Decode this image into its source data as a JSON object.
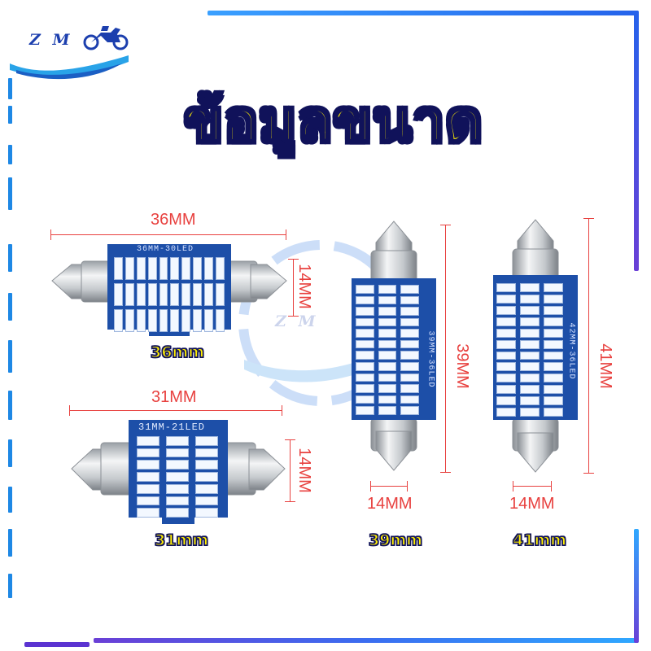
{
  "brand": {
    "logo_text": "Z M",
    "watermark_text": "Z M"
  },
  "title": "ข้อมูลขนาด",
  "colors": {
    "title_fill": "#ffef00",
    "title_stroke": "#10125a",
    "dimension": "#e8413f",
    "pcb": "#1d4fa8",
    "frame_blue": "#1e88e5",
    "frame_purple": "#6a3fd6"
  },
  "bulbs": [
    {
      "pcb_text": "36MM-30LED",
      "length_label": "36MM",
      "width_label": "14MM",
      "size_label": "36mm"
    },
    {
      "pcb_text": "31MM-21LED",
      "length_label": "31MM",
      "width_label": "14MM",
      "size_label": "31mm"
    },
    {
      "pcb_text": "39MM-36LED",
      "length_label": "39MM",
      "width_label": "14MM",
      "size_label": "39mm"
    },
    {
      "pcb_text": "42MM-36LED",
      "length_label": "41MM",
      "width_label": "14MM",
      "size_label": "41mm"
    }
  ]
}
